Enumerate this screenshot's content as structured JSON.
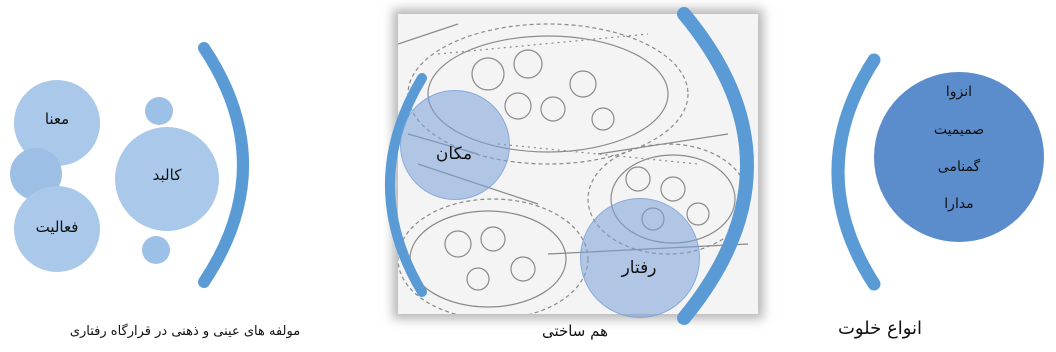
{
  "colors": {
    "primary": "#5b9bd5",
    "light_circle": "#a9c8ea",
    "dark_circle": "#5b8ccb",
    "overlay_circle": "rgba(120,160,215,0.55)"
  },
  "left_group": {
    "caption": "مولفه های عینی و ذهنی در قرارگاه رفتاری",
    "circles": {
      "meaning": "معنا",
      "form": "کالبد",
      "activity": "فعالیت"
    }
  },
  "middle_group": {
    "caption": "هم ساختی",
    "overlays": {
      "place": "مکان",
      "behavior": "رفتار"
    }
  },
  "right_group": {
    "caption": "انواع خلوت",
    "items": [
      "انزوا",
      "صمیمیت",
      "گمنامی",
      "مدارا"
    ]
  }
}
